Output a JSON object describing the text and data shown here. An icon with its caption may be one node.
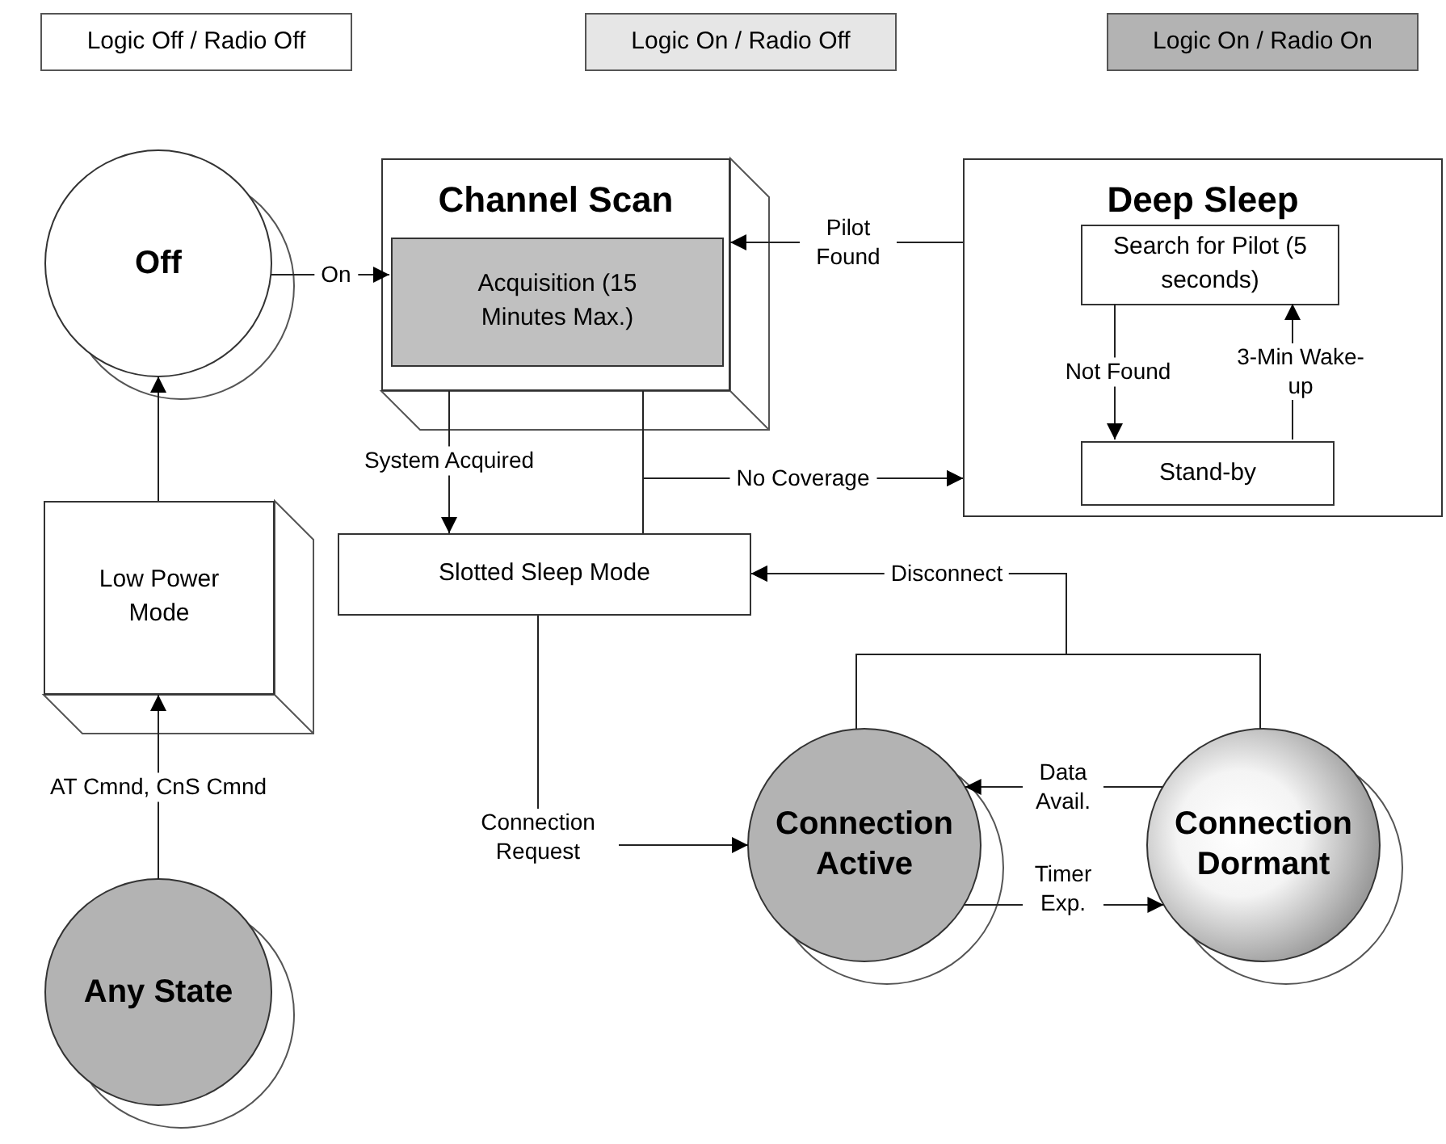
{
  "diagram": {
    "nodes": [
      {
        "text": [
          "Off"
        ]
      },
      {
        "text": [
          "Channel Scan"
        ]
      },
      {
        "text": [
          "Acquisition (15 Minutes Max.)"
        ],
        "in": 1
      },
      {
        "text": [
          "Deep Sleep"
        ]
      },
      {
        "text": [
          "Search for Pilot (5 seconds)"
        ],
        "in": 3
      },
      {
        "text": [
          "Stand-by"
        ],
        "in": 3
      },
      {
        "text": [
          "Low Power Mode"
        ]
      },
      {
        "text": [
          "Slotted Sleep Mode"
        ]
      },
      {
        "text": [
          "Any State"
        ]
      },
      {
        "text": [
          "Connection Active"
        ]
      },
      {
        "text": [
          "Connection Dormant"
        ]
      }
    ],
    "edges": [
      {
        "from": 0,
        "to": 2,
        "arrow": "to",
        "label": "On"
      },
      {
        "from": 3,
        "to": 1,
        "arrow": "to",
        "label": "Pilot Found"
      },
      {
        "from": 4,
        "to": 5,
        "arrow": "to",
        "label": "Not Found"
      },
      {
        "from": 5,
        "to": 4,
        "arrow": "to",
        "label": "3-Min Wake-up"
      },
      {
        "from": 1,
        "to": 7,
        "arrow": "to",
        "label": "System Acquired"
      },
      {
        "from": 1,
        "to": 3,
        "arrow": "to",
        "label": "No Coverage"
      },
      {
        "from": 7,
        "to": 3,
        "arrow": "to"
      },
      {
        "from": 6,
        "to": 0,
        "arrow": "to"
      },
      {
        "from": 8,
        "to": 6,
        "arrow": "to",
        "label": "AT Cmnd, CnS Cmnd"
      },
      {
        "from": 7,
        "to": 9,
        "arrow": "to",
        "label": "Connection Request"
      },
      {
        "from": 9,
        "to": 7,
        "arrow": "to",
        "label": "Disconnect"
      },
      {
        "from": 10,
        "to": 7,
        "arrow": "to"
      },
      {
        "from": 10,
        "to": 9,
        "arrow": "to",
        "label": "Data Avail."
      },
      {
        "from": 9,
        "to": 10,
        "arrow": "to",
        "label": "Timer Exp."
      }
    ],
    "legend": [
      {
        "text": "Logic Off / Radio Off",
        "color": "#ffffff"
      },
      {
        "text": "Logic On / Radio Off",
        "color": "#e6e6e6"
      },
      {
        "text": "Logic On / Radio On",
        "color": "#b3b3b3"
      }
    ]
  }
}
